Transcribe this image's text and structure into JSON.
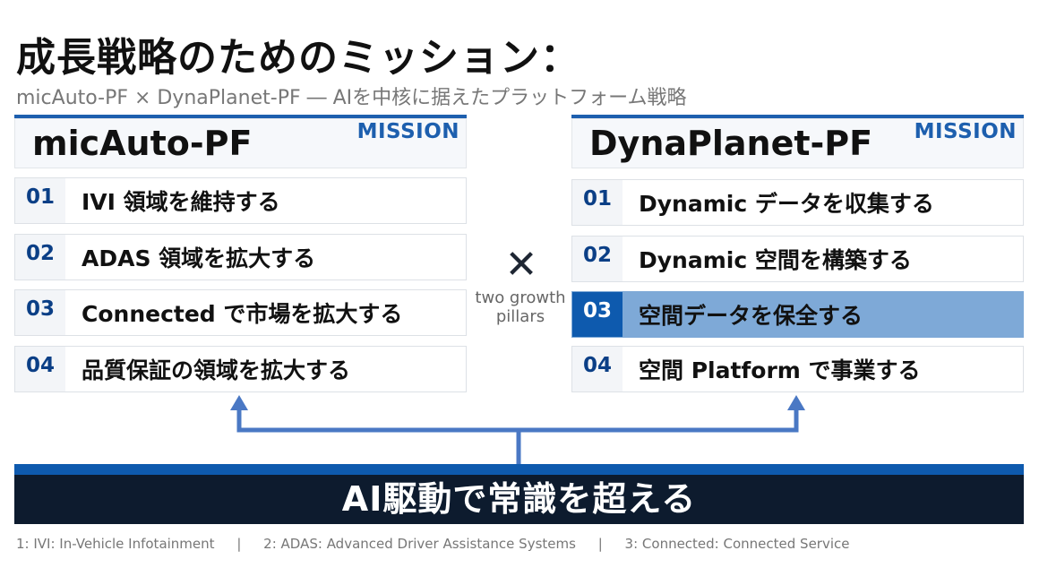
{
  "title": "成長戦略のためのミッション：",
  "subtitle": "micAuto-PF × DynaPlanet-PF ― AIを中核に据えたプラットフォーム戦略",
  "left_panel": {
    "name": "micAuto-PF",
    "badge": "MISSION",
    "items": [
      {
        "num": "01",
        "text": "IVI 領域を維持する"
      },
      {
        "num": "02",
        "text": "ADAS 領域を拡大する"
      },
      {
        "num": "03",
        "text": "Connected で市場を拡大する"
      },
      {
        "num": "04",
        "text": "品質保証の領域を拡大する"
      }
    ]
  },
  "right_panel": {
    "name": "DynaPlanet-PF",
    "badge": "MISSION",
    "items": [
      {
        "num": "01",
        "text": "Dynamic データを収集する"
      },
      {
        "num": "02",
        "text": "Dynamic 空間を構築する"
      },
      {
        "num": "03",
        "text": "空間データを保全する"
      },
      {
        "num": "04",
        "text": "空間 Platform で事業する"
      }
    ]
  },
  "center": {
    "symbol": "✕",
    "label_line1": "two growth",
    "label_line2": "pillars"
  },
  "banner": "AI駆動で常識を超える",
  "footnotes": [
    "1: IVI: In-Vehicle Infotainment",
    "2: ADAS: Advanced Driver Assistance Systems",
    "3: Connected: Connected Service"
  ],
  "footnote_separator": "|",
  "colors": {
    "accent": "#1d5fae",
    "number": "#0b3f86",
    "highlight_row": "#7ea9d7",
    "highlight_num": "#0e5aae",
    "banner_bg": "#0d1b2e",
    "connector": "#4a78c4"
  }
}
